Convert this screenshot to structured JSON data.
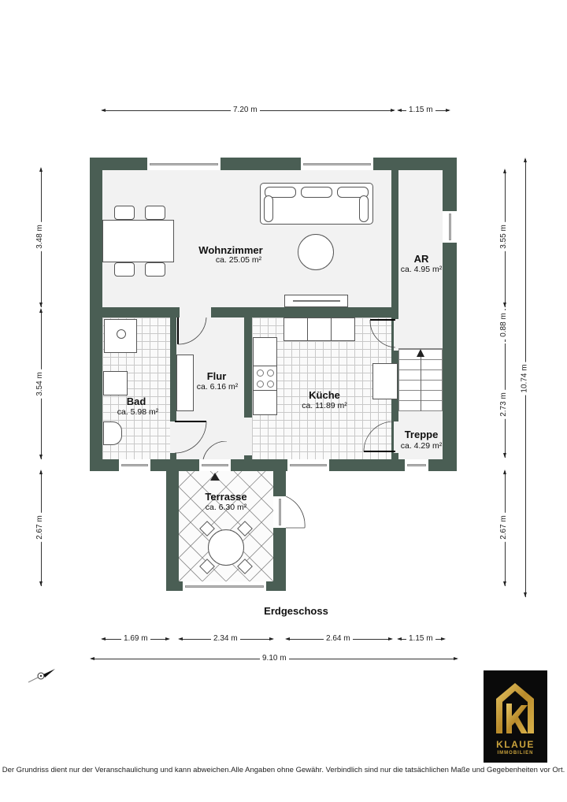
{
  "plan": {
    "floor_title": "Erdgeschoss",
    "rooms": [
      {
        "name": "Wohnzimmer",
        "area": "ca. 25.05 m²"
      },
      {
        "name": "AR",
        "area": "ca. 4.95 m²"
      },
      {
        "name": "Bad",
        "area": "ca. 5.98 m²"
      },
      {
        "name": "Flur",
        "area": "ca. 6.16 m²"
      },
      {
        "name": "Küche",
        "area": "ca. 11.89 m²"
      },
      {
        "name": "Treppe",
        "area": "ca. 4.29 m²"
      },
      {
        "name": "Terrasse",
        "area": "ca. 6.30 m²"
      }
    ]
  },
  "dimensions": {
    "top": [
      "7.20 m",
      "1.15 m"
    ],
    "bottom_segments": [
      "1.69 m",
      "2.34 m",
      "2.64 m",
      "1.15 m"
    ],
    "bottom_total": "9.10 m",
    "left": [
      "3.48 m",
      "3.54 m",
      "2.67 m"
    ],
    "right_segments": [
      "3.55 m",
      "0.88 m",
      "2.73 m",
      "2.67 m"
    ],
    "right_total": "10.74 m"
  },
  "icons": {
    "compass": "compass-icon",
    "entrance": "entrance-arrow-icon",
    "stairs": "stairs-up-arrow-icon"
  },
  "logo": {
    "letter": "K",
    "name": "KLAUE",
    "sub": "IMMOBILIEN",
    "bg_color": "#0a0a0a",
    "gold_color": "#c9a23c"
  },
  "colors": {
    "wall": "#4a5e54",
    "floor": "#f2f2f2"
  },
  "footer": {
    "disclaimer": "Der Grundriss dient nur der Veranschaulichung und kann abweichen.Alle Angaben ohne Gewähr. Verbindlich sind nur die tatsächlichen Maße und Gegebenheiten vor Ort."
  }
}
